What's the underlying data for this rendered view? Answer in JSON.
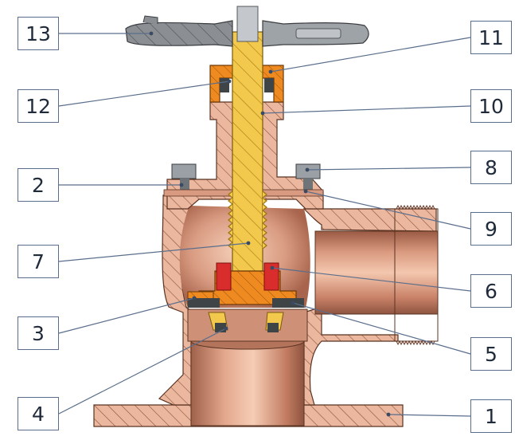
{
  "colors": {
    "body": "#e9b39a",
    "body_shade": "#c98e74",
    "copper_light": "#f0c2a8",
    "copper_dark": "#b57156",
    "stem": "#f2c94c",
    "stem_dark": "#c99a1e",
    "orange": "#ee8a1f",
    "red": "#d92d2d",
    "handwheel": "#8b8f93",
    "leader": "#5a6e8c",
    "hatch": "#7a4a36"
  },
  "callouts": [
    {
      "id": "c13",
      "label": "13"
    },
    {
      "id": "c12",
      "label": "12"
    },
    {
      "id": "c2",
      "label": "2"
    },
    {
      "id": "c7",
      "label": "7"
    },
    {
      "id": "c3",
      "label": "3"
    },
    {
      "id": "c4",
      "label": "4"
    },
    {
      "id": "c11",
      "label": "11"
    },
    {
      "id": "c10",
      "label": "10"
    },
    {
      "id": "c8",
      "label": "8"
    },
    {
      "id": "c9",
      "label": "9"
    },
    {
      "id": "c6",
      "label": "6"
    },
    {
      "id": "c5",
      "label": "5"
    },
    {
      "id": "c1",
      "label": "1"
    }
  ]
}
